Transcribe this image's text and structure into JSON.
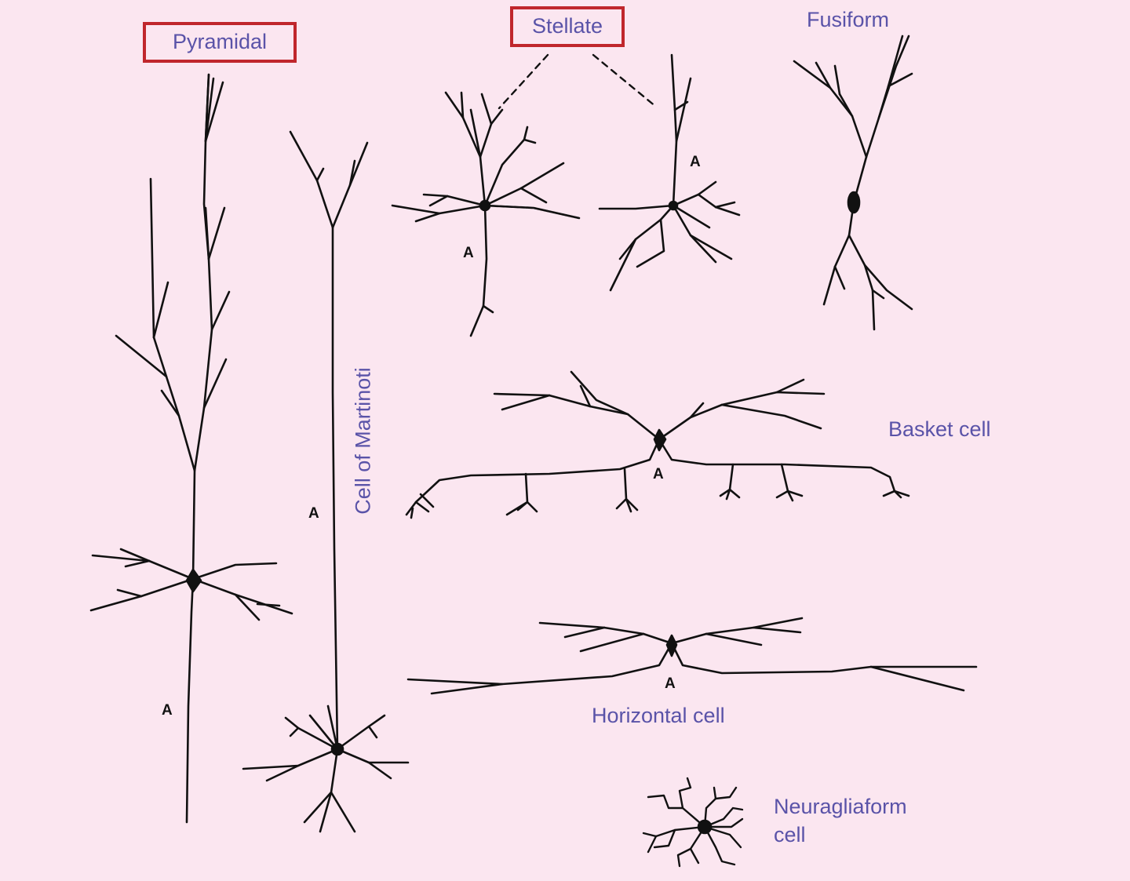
{
  "colors": {
    "background": "#fbe6f0",
    "label_text": "#5a53a8",
    "highlight_box": "#c0262c",
    "line": "#111111"
  },
  "labels": {
    "pyramidal": "Pyramidal",
    "stellate": "Stellate",
    "fusiform": "Fusiform",
    "martinoti": "Cell of Martinoti",
    "basket": "Basket cell",
    "horizontal": "Horizontal cell",
    "neuragliaform_line1": "Neuragliaform",
    "neuragliaform_line2": "cell"
  },
  "axon_marker": "A",
  "highlighted_labels": [
    "pyramidal",
    "stellate"
  ]
}
